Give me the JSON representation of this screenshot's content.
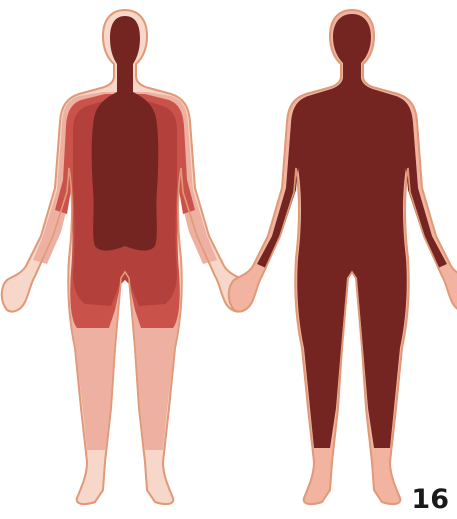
{
  "figure": {
    "page_number": "16"
  },
  "colors": {
    "skin_outline": "#e8b294",
    "skin_fill": "#f6d7c9",
    "pale_zone": "#edb0a1",
    "mid_zone": "#c9534b",
    "inner_zone": "#b3403a",
    "core_zone": "#742521",
    "body_stroke": "#e09a78"
  },
  "figures": [
    {
      "name": "left-body",
      "pattern": "graded"
    },
    {
      "name": "right-body",
      "pattern": "uniform"
    }
  ]
}
